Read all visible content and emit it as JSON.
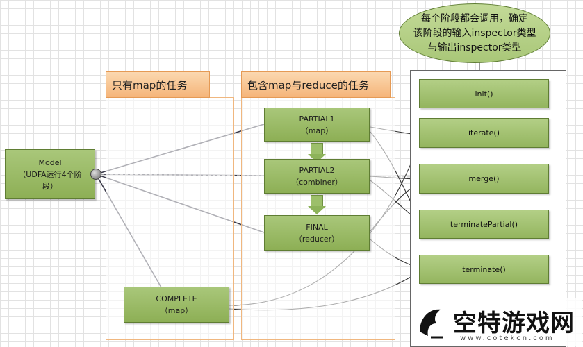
{
  "model": {
    "line1": "Model",
    "line2": "（UDFA运行4个阶",
    "line3": "段）"
  },
  "panels": {
    "map_only": "只有map的任务",
    "map_reduce": "包含map与reduce的任务"
  },
  "stages": [
    {
      "name": "PARTIAL1",
      "sub": "（map）"
    },
    {
      "name": "PARTIAL2",
      "sub": "（combiner）"
    },
    {
      "name": "FINAL",
      "sub": "（reducer）"
    },
    {
      "name": "COMPLETE",
      "sub": "（map）"
    }
  ],
  "methods": [
    "init()",
    "iterate()",
    "merge()",
    "terminatePartial()",
    "terminate()"
  ],
  "callout": {
    "line1": "每个阶段都会调用，确定",
    "line2": "该阶段的输入inspector类型",
    "line3": "与输出inspector类型"
  },
  "watermark": {
    "title": "空特游戏网",
    "url": "www.cotekcn.com"
  },
  "colors": {
    "box_green": "#9cbf6a",
    "header_orange": "#f5b57a",
    "panel_border": "#f0b77f"
  }
}
